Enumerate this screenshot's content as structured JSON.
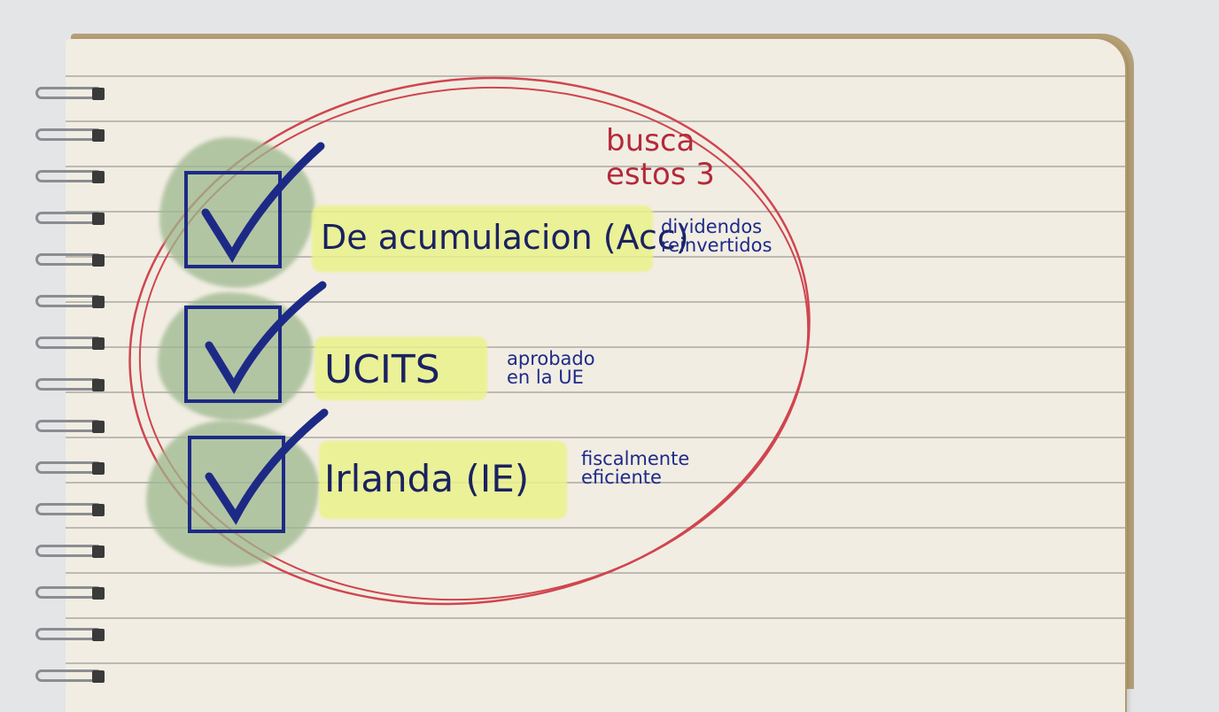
{
  "annotation": {
    "text": "busca\nestos 3",
    "color": "#b5293a"
  },
  "checklist": [
    {
      "label": "De acumulacion (Acc)",
      "note": "dividendos\nreinvertidos",
      "checked": true
    },
    {
      "label": "UCITS",
      "note": "aprobado\nen la UE",
      "checked": true
    },
    {
      "label": "Irlanda (IE)",
      "note": "fiscalmente\neficiente",
      "checked": true
    }
  ],
  "colors": {
    "ink": "#1d2a85",
    "highlight": "#eaf28a",
    "watercolor": "#9db88e",
    "circle": "#d0454f"
  }
}
